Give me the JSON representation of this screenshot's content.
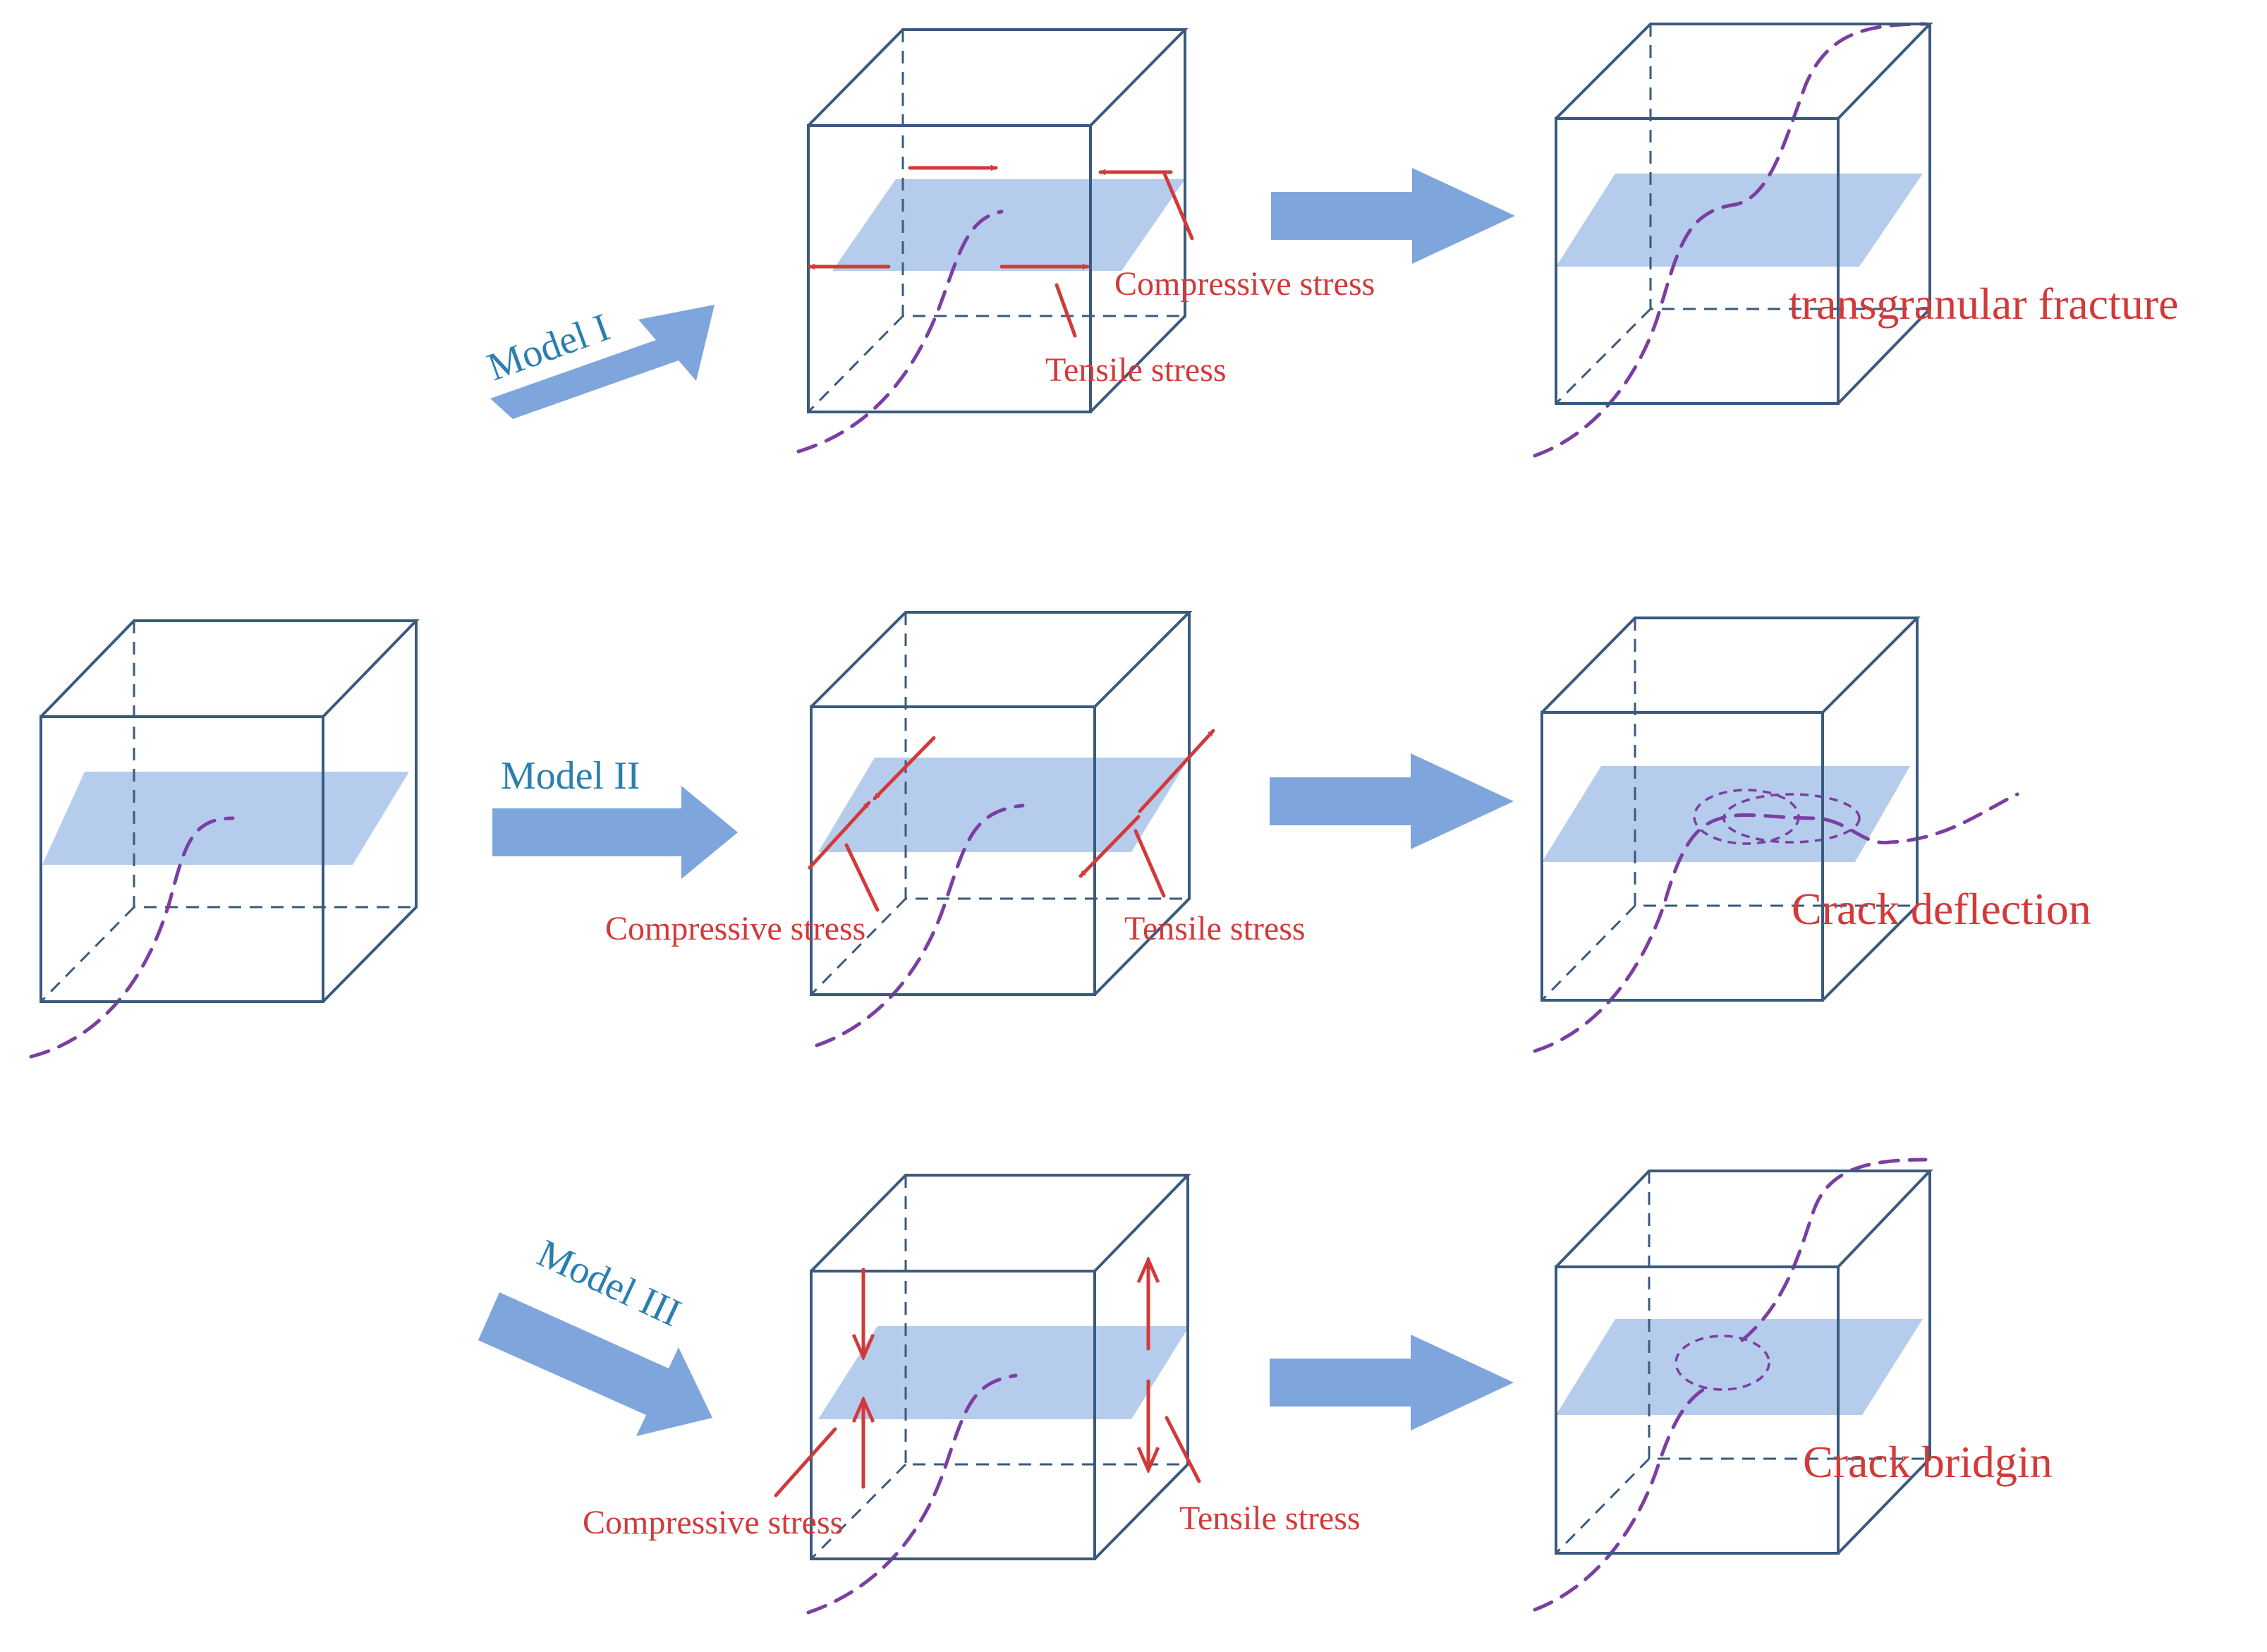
{
  "models": {
    "model1": "Model I",
    "model2": "Model II",
    "model3": "Model III"
  },
  "stress": {
    "compressive": "Compressive stress",
    "tensile": "Tensile stress"
  },
  "results": {
    "transgranular": "transgranular fracture",
    "deflection": "Crack deflection",
    "bridging": "Crack bridgin"
  },
  "colors": {
    "cube_edge": "#3a5a7e",
    "plane": "#9ab8e6",
    "crack": "#7a3fa0",
    "stress": "#d23a3a",
    "arrow": "#7ea6dc",
    "model_label": "#2a7fb0"
  }
}
